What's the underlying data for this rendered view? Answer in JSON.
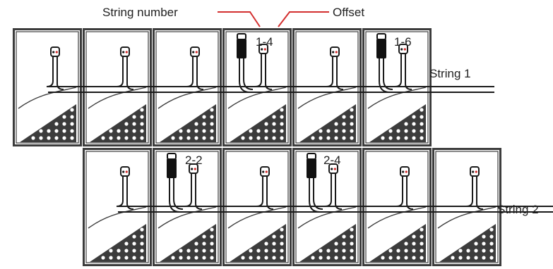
{
  "annotations": {
    "string_number": "String number",
    "offset": "Offset"
  },
  "strings": [
    {
      "label": "String 1",
      "panel_count": 6,
      "optimizers": [
        {
          "position": 4,
          "label": "1-4"
        },
        {
          "position": 6,
          "label": "1-6"
        }
      ]
    },
    {
      "label": "String 2",
      "panel_count": 6,
      "optimizers": [
        {
          "position": 2,
          "label": "2-2"
        },
        {
          "position": 4,
          "label": "2-4"
        }
      ]
    }
  ],
  "colors": {
    "panel_frame": "#3c3c3c",
    "panel_face": "#ffffff",
    "cell": "#3c3c3c",
    "cable": "#1a1a1a",
    "leader": "#d32f2f"
  }
}
